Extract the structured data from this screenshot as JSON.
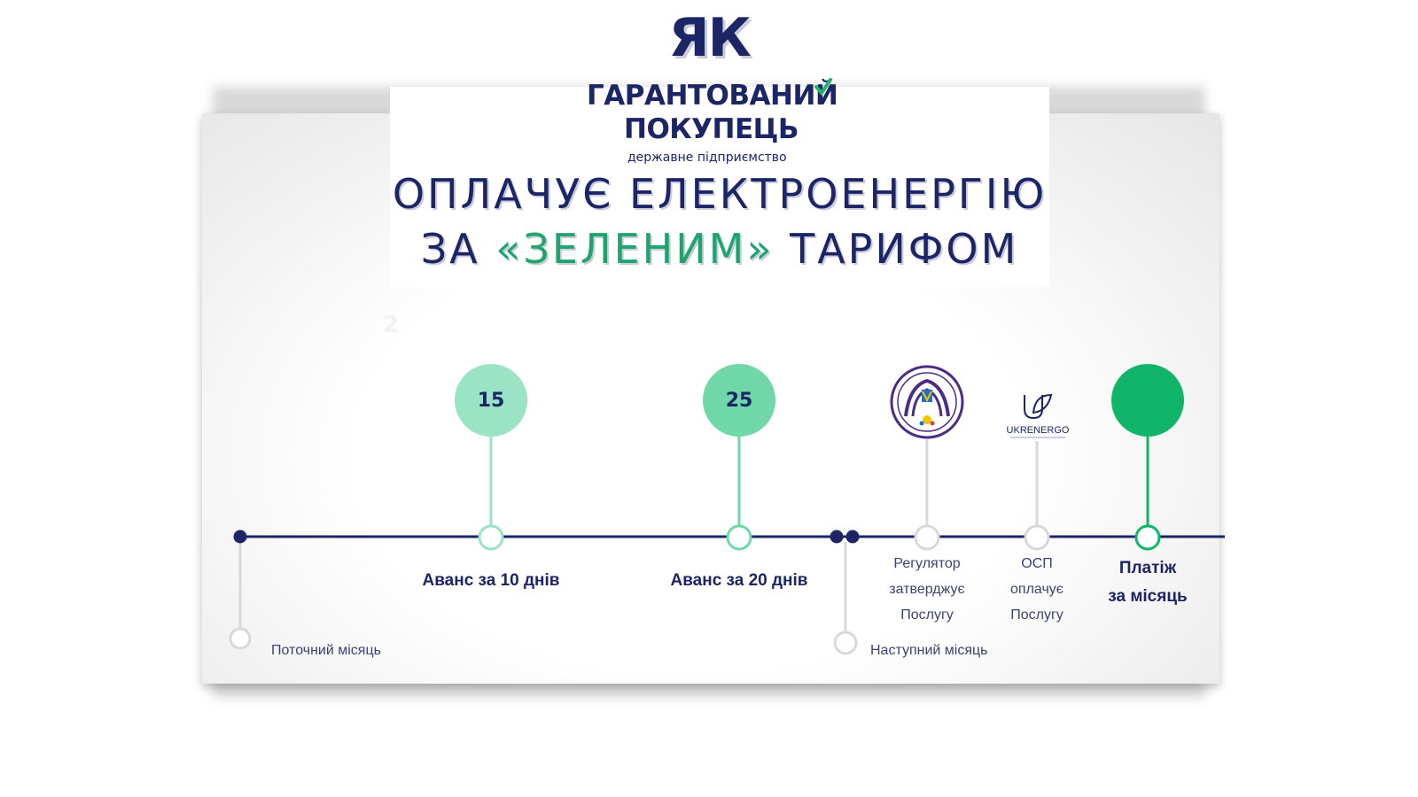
{
  "heading": "ЯК",
  "logo": {
    "line1": "ГАРАНТОВАНИЙ",
    "line2": "ПОКУПЕЦЬ",
    "line3": "державне підприємство"
  },
  "title": {
    "line1": "ОПЛАЧУЄ ЕЛЕКТРОЕНЕРГІЮ",
    "line2_prefix": "ЗА ",
    "line2_green": "«ЗЕЛЕНИМ»",
    "line2_suffix": " ТАРИФОМ"
  },
  "ghost_number": "2",
  "timeline": {
    "current_month": "Поточний місяць",
    "next_month": "Наступний місяць",
    "milestones": [
      {
        "day": "15",
        "label": "Аванс за 10 днів"
      },
      {
        "day": "25",
        "label": "Аванс за 20 днів"
      }
    ],
    "regulator": {
      "line1": "Регулятор",
      "line2": "затверджує",
      "line3": "Послугу"
    },
    "osp": {
      "line1": "ОСП",
      "line2": "оплачує",
      "line3": "Послугу"
    },
    "ukrenergo_logo_text": "UKRENERGO",
    "payment": {
      "line1": "Платіж",
      "line2": "за місяць"
    }
  },
  "colors": {
    "navy": "#1c2566",
    "green_light": "#9be3c5",
    "green_mid": "#6fd7a8",
    "green_dark": "#10b56a",
    "grey_line": "#d8d8d8"
  }
}
